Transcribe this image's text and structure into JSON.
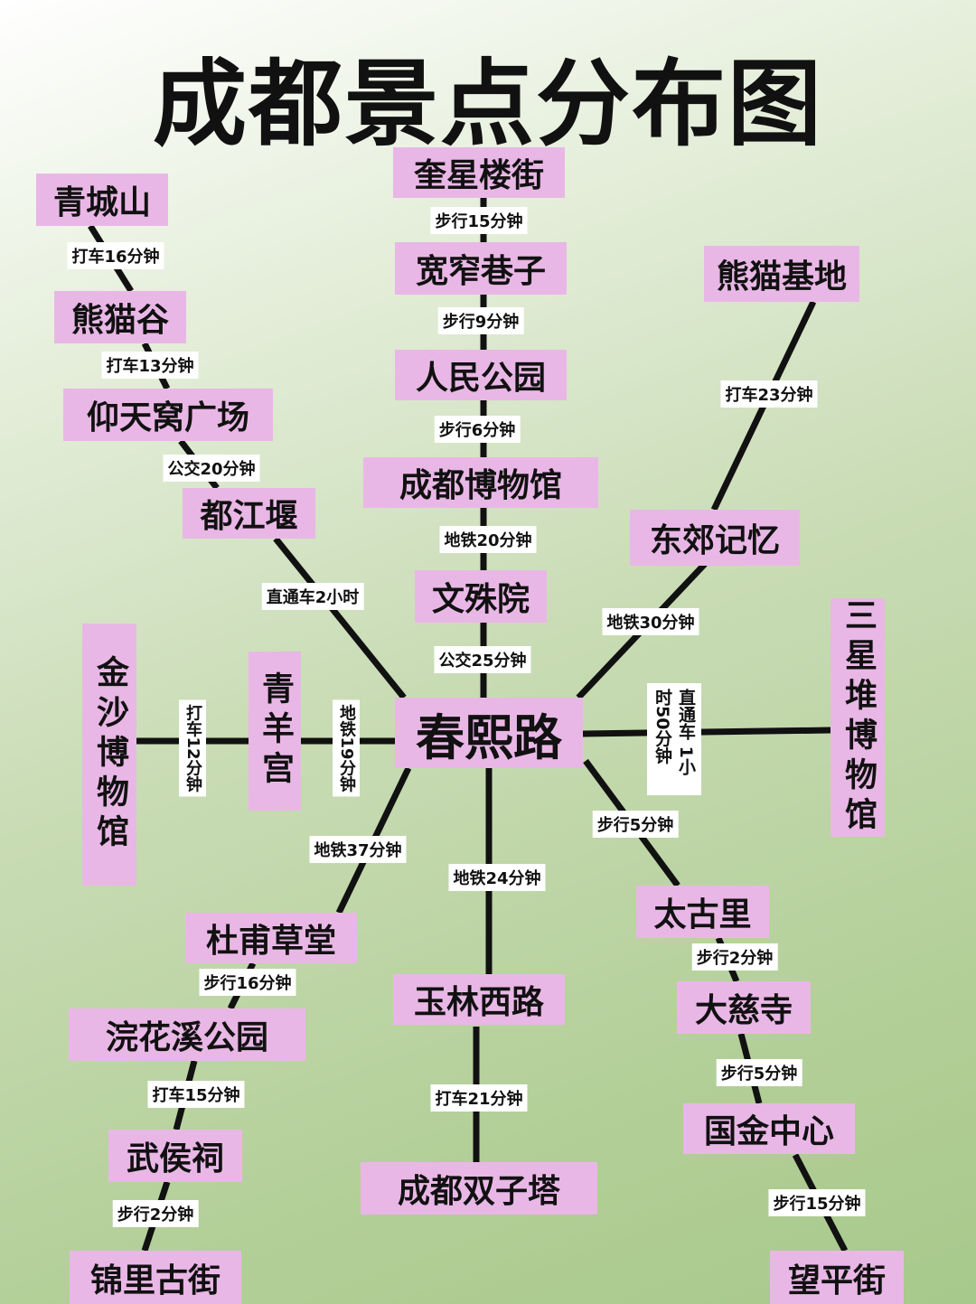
{
  "title": "成都景点分布图",
  "colors": {
    "node_fill": "#e9b7e6",
    "line": "#111111",
    "label_fill": "#ffffff"
  },
  "nodes": [
    "青城山",
    "熊猫谷",
    "仰天窝广场",
    "都江堰",
    "奎星楼街",
    "宽窄巷子",
    "人民公园",
    "成都博物馆",
    "文殊院",
    "春熙路",
    "熊猫基地",
    "东郊记忆",
    "三星堆博物馆",
    "金沙博物馆",
    "青羊宫",
    "杜甫草堂",
    "浣花溪公园",
    "武侯祠",
    "锦里古街",
    "玉林西路",
    "成都双子塔",
    "太古里",
    "大慈寺",
    "国金中心",
    "望平街"
  ],
  "routes": [
    "打车16分钟",
    "打车13分钟",
    "公交20分钟",
    "直通车2小时",
    "步行15分钟",
    "步行9分钟",
    "步行6分钟",
    "地铁20分钟",
    "公交25分钟",
    "打车23分钟",
    "地铁30分钟",
    "直通车 1小时50分钟",
    "打车12分钟",
    "地铁19分钟",
    "步行5分钟",
    "地铁37分钟",
    "地铁24分钟",
    "步行16分钟",
    "打车15分钟",
    "打车21分钟",
    "步行2分钟",
    "步行2分钟",
    "步行5分钟",
    "步行15分钟"
  ]
}
